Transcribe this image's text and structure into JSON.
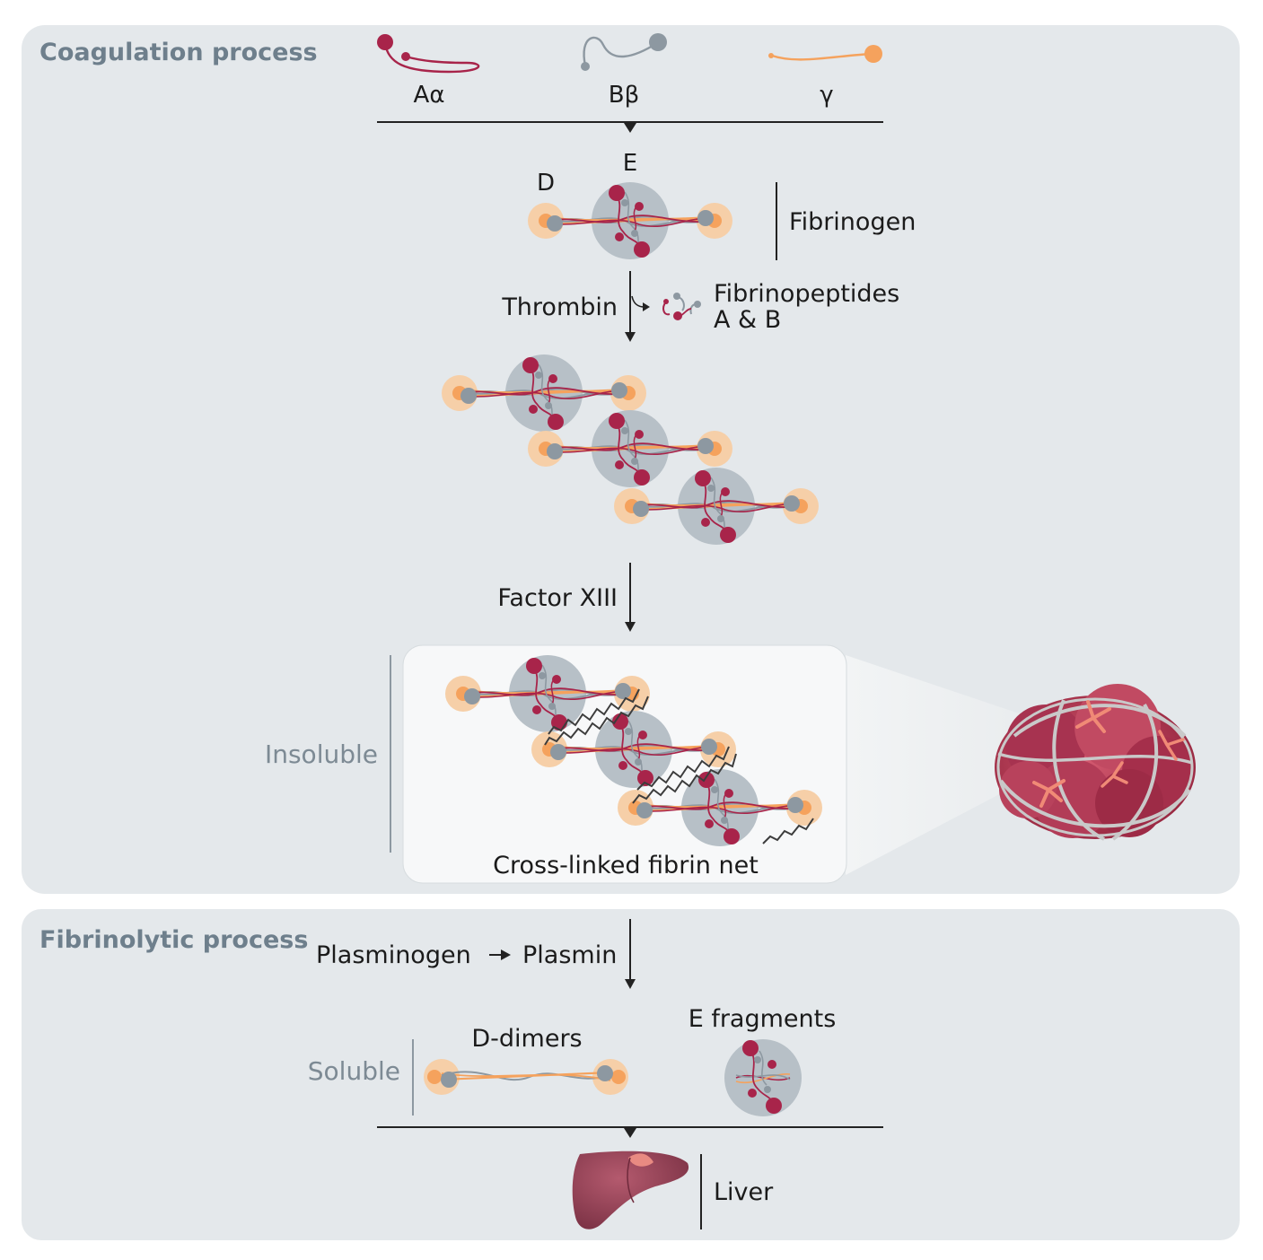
{
  "coagulation": {
    "title": "Coagulation process",
    "chains": {
      "a_alpha": "Aα",
      "b_beta": "Bβ",
      "gamma": "γ"
    },
    "domain_d": "D",
    "domain_e": "E",
    "fibrinogen": "Fibrinogen",
    "thrombin": "Thrombin",
    "fibrinopeptides_line1": "Fibrinopeptides",
    "fibrinopeptides_line2": "A & B",
    "factor": "Factor XIII",
    "insoluble": "Insoluble",
    "net": "Cross-linked fibrin net"
  },
  "fibrinolytic": {
    "title": "Fibrinolytic process",
    "plasminogen": "Plasminogen",
    "plasmin": "Plasmin",
    "d_dimers": "D-dimers",
    "e_fragments": "E fragments",
    "soluble": "Soluble",
    "liver": "Liver"
  },
  "colors": {
    "panel": "#e4e8eb",
    "a_alpha_chain": "#a8244a",
    "b_beta_chain": "#8d98a1",
    "gamma_chain": "#f5a25d",
    "d_halo": "#f6cfa8",
    "e_sphere": "#b7c0c7",
    "clot": "#b8445a",
    "liver": "#9a4a5d"
  }
}
